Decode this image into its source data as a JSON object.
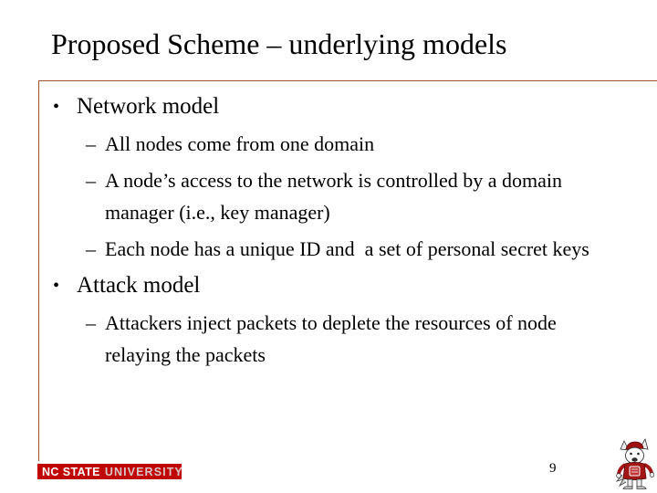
{
  "slide": {
    "title": "Proposed Scheme – underlying models",
    "page_number": "9"
  },
  "content": {
    "markers": {
      "level1": "•",
      "level2": "–"
    },
    "bullets": [
      {
        "label": "Network model",
        "children": [
          "All nodes come from one domain",
          "A node’s access to the network is controlled by a domain manager (i.e., key manager)",
          "Each node has a unique ID and  a set of personal secret keys"
        ]
      },
      {
        "label": "Attack model",
        "children": [
          "Attackers inject packets to deplete the resources of node relaying the packets"
        ]
      }
    ]
  },
  "footer": {
    "logo_text_primary": "NC STATE",
    "logo_text_secondary": "UNIVERSITY",
    "mascot_icon": "nc-state-wolf-mascot"
  },
  "colors": {
    "content_box_border": "#A0522D",
    "logo_red": "#C00505",
    "logo_secondary_text": "#D9C7C7",
    "text": "#000000",
    "background": "#FFFFFF"
  }
}
